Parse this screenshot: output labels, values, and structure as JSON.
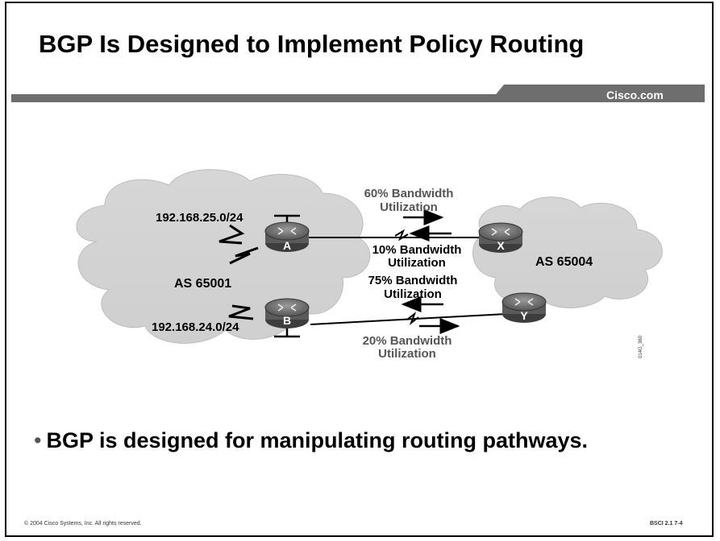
{
  "title": "BGP Is Designed to Implement Policy Routing",
  "brand": "Cisco.com",
  "diagram": {
    "cloud_left_label": "AS 65001",
    "cloud_right_label": "AS 65004",
    "network_top": "192.168.25.0/24",
    "network_bottom": "192.168.24.0/24",
    "router_a": "A",
    "router_b": "B",
    "router_x": "X",
    "router_y": "Y",
    "link_ax_out_1": "60% Bandwidth",
    "link_ax_out_2": "Utilization",
    "link_ax_in_1": "10% Bandwidth",
    "link_ax_in_2": "Utilization",
    "link_by_in_1": "75% Bandwidth",
    "link_by_in_2": "Utilization",
    "link_by_out_1": "20% Bandwidth",
    "link_by_out_2": "Utilization",
    "figure_code": "014G_360"
  },
  "bullet": "BGP is designed for manipulating routing pathways.",
  "footer": {
    "copyright": "© 2004 Cisco Systems, Inc. All rights reserved.",
    "course": "BSCI 2.1    7-4"
  }
}
